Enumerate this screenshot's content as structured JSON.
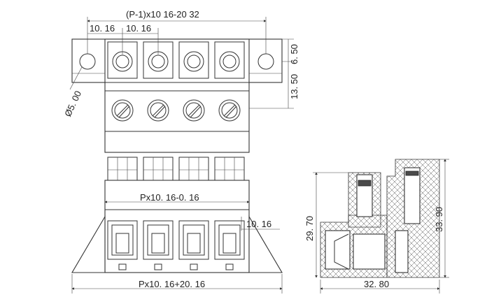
{
  "dimensions": {
    "top_total": "(P-1)x10 16-20 32",
    "pitch_a": "10. 16",
    "pitch_b": "10. 16",
    "hole_dia": "Ø5. 00",
    "flange_height": "6. 50",
    "screw_row_height": "13. 50",
    "inner_span": "Px10. 16-0. 16",
    "pitch_right": "10. 16",
    "bottom_total": "Px10. 16+20. 16",
    "side_height_left": "29. 70",
    "side_height_right": "33. 90",
    "side_width": "32. 80"
  },
  "counts": {
    "poles": 4
  }
}
